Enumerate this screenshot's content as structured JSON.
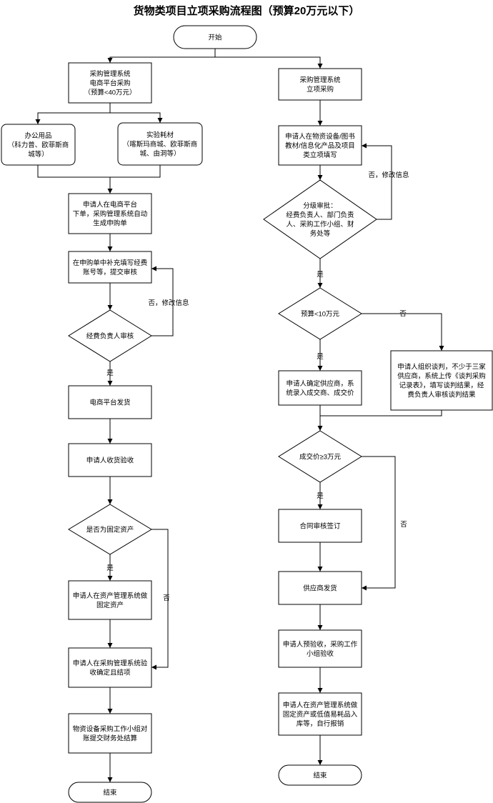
{
  "title": "货物类项目立项采购流程图（预算20万元以下）",
  "nodes": {
    "start": [
      "开始"
    ],
    "l_sys": [
      "采购管理系统",
      "电商平台采购",
      "（预算<40万元）"
    ],
    "l_office": [
      "办公用品",
      "（科力普、欧菲斯商",
      "城等）"
    ],
    "l_lab": [
      "实验耗材",
      "（喀斯玛商城、欧菲斯商",
      "城、由洞等）"
    ],
    "l_order": [
      "申请人在电商平台",
      "下单，采购管理系统自动",
      "生成申购单"
    ],
    "l_fill": [
      "在申购单中补充填写经费",
      "账号等，提交审核"
    ],
    "l_review": [
      "经费负责人审核"
    ],
    "l_ship": [
      "电商平台发货"
    ],
    "l_receive": [
      "申请人收货验收"
    ],
    "l_asset_q": [
      "是否为固定资产"
    ],
    "l_asset": [
      "申请人在资产管理系统做",
      "固定资产"
    ],
    "l_close": [
      "申请人在采购管理系统验",
      "收确定且结项"
    ],
    "l_settle": [
      "物资设备采购工作小组对",
      "账提交财务处结算"
    ],
    "l_end": [
      "结束"
    ],
    "r_sys": [
      "采购管理系统",
      "立项采购"
    ],
    "r_apply": [
      "申请人在物资设备/图书",
      "教材/信息化产品及项目",
      "类立项填写"
    ],
    "r_approve": [
      "分级审批：",
      "经费负责人、部门负责",
      "人、采购工作小组、财",
      "务处等"
    ],
    "r_budget": [
      "预算<10万元"
    ],
    "r_negotiate": [
      "申请人组织谈判，不少于三家",
      "供应商，系统上传《谈判采购",
      "记录表》，填写谈判结果，经",
      "费负责人审核谈判结果"
    ],
    "r_supplier": [
      "申请人确定供应商，系",
      "统录入成交商、成交价"
    ],
    "r_price": [
      "成交价≥3万元"
    ],
    "r_contract": [
      "合同审核签订"
    ],
    "r_ship": [
      "供应商发货"
    ],
    "r_inspect": [
      "申请人预验收，采购工作",
      "小组验收"
    ],
    "r_asset": [
      "申请人在资产管理系统做",
      "固定资产或低值易耗品入",
      "库等，自行报销"
    ],
    "r_end": [
      "结束"
    ]
  },
  "edge_labels": {
    "l_no_modify": "否，修改信息",
    "l_yes_review": "是",
    "l_yes_asset": "是",
    "l_no_asset": "否",
    "r_no_modify": "否，修改信息",
    "r_yes_approve": "是",
    "r_no_budget": "否",
    "r_yes_budget": "是",
    "r_yes_price": "是",
    "r_no_price": "否"
  },
  "colors": {
    "stroke": "#000000",
    "fill": "#ffffff"
  }
}
